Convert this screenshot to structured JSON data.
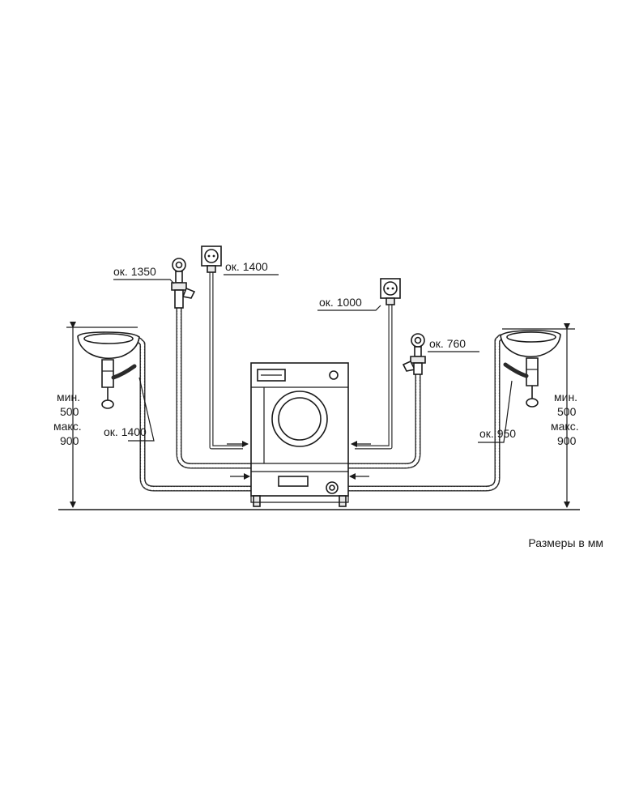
{
  "labels": {
    "left_tap_length": "ок. 1350",
    "left_socket_length": "ок. 1400",
    "right_socket_length": "ок. 1000",
    "right_tap_length": "ок. 760",
    "left_drain_length": "ок. 1400",
    "right_drain_length": "ок. 950",
    "left_height": [
      "мин.",
      "500",
      "макс.",
      "900"
    ],
    "right_height": [
      "мин.",
      "500",
      "макс.",
      "900"
    ],
    "units_note": "Размеры в мм"
  },
  "icons": {
    "sink": "sink-icon",
    "tap": "water-tap-icon",
    "socket": "power-socket-icon",
    "machine": "washing-machine-icon"
  },
  "colors": {
    "line": "#1a1a1a",
    "background": "#ffffff"
  }
}
